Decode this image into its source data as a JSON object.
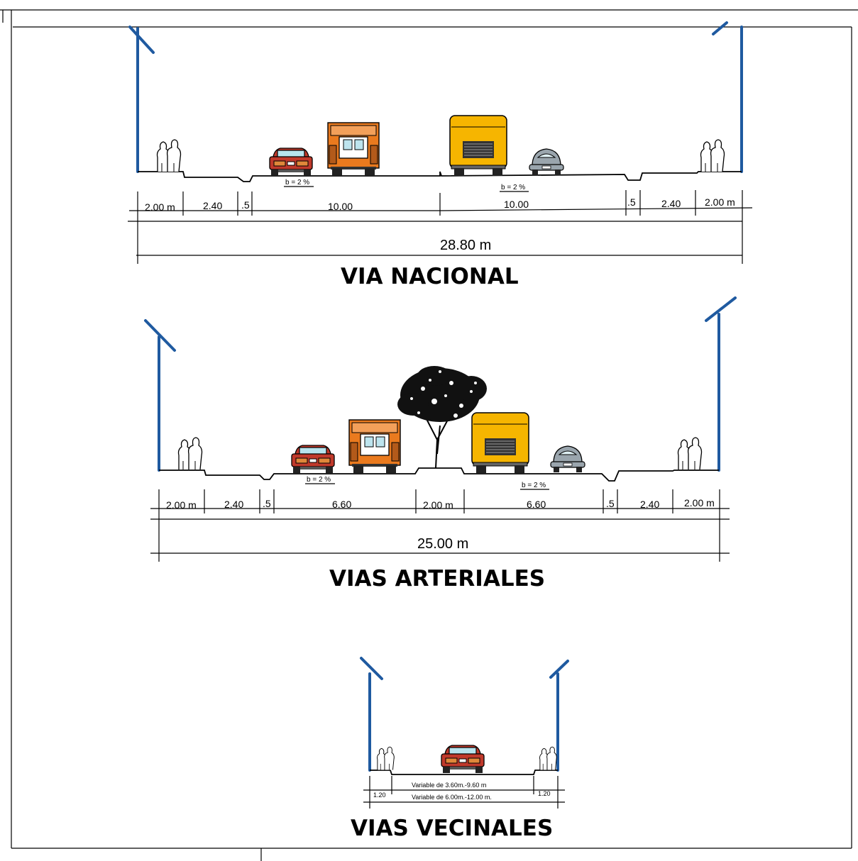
{
  "colors": {
    "pole": "#1f5aa0",
    "truck_orange": "#ea7a1e",
    "bus_yellow": "#f6b500",
    "car_red": "#c0392b",
    "beetle_gray": "#9aa5ad"
  },
  "icons": [
    "street-light-icon",
    "pedestrians-icon",
    "car-icon",
    "truck-icon",
    "bus-icon",
    "beetle-car-icon",
    "tree-icon"
  ],
  "sections": {
    "nacional": {
      "title": "VIA NACIONAL",
      "total": "28.80 m",
      "slope_left": "b = 2 %",
      "slope_right": "b = 2 %",
      "dims": [
        "2.00 m",
        "2.40",
        ".5",
        "10.00",
        "10.00",
        ".5",
        "2.40",
        "2.00 m"
      ]
    },
    "arteriales": {
      "title": "VIAS ARTERIALES",
      "total": "25.00 m",
      "slope_left": "b = 2 %",
      "slope_right": "b = 2 %",
      "dims": [
        "2.00 m",
        "2.40",
        ".5",
        "6.60",
        "2.00 m",
        "6.60",
        ".5",
        "2.40",
        "2.00 m"
      ]
    },
    "vecinales": {
      "title": "VIAS VECINALES",
      "dims": [
        "1.20",
        "1.20"
      ],
      "variable_1": "Variable de 3.60m.-9.60 m",
      "variable_2": "Variable de 6.00m.-12.00 m."
    }
  }
}
